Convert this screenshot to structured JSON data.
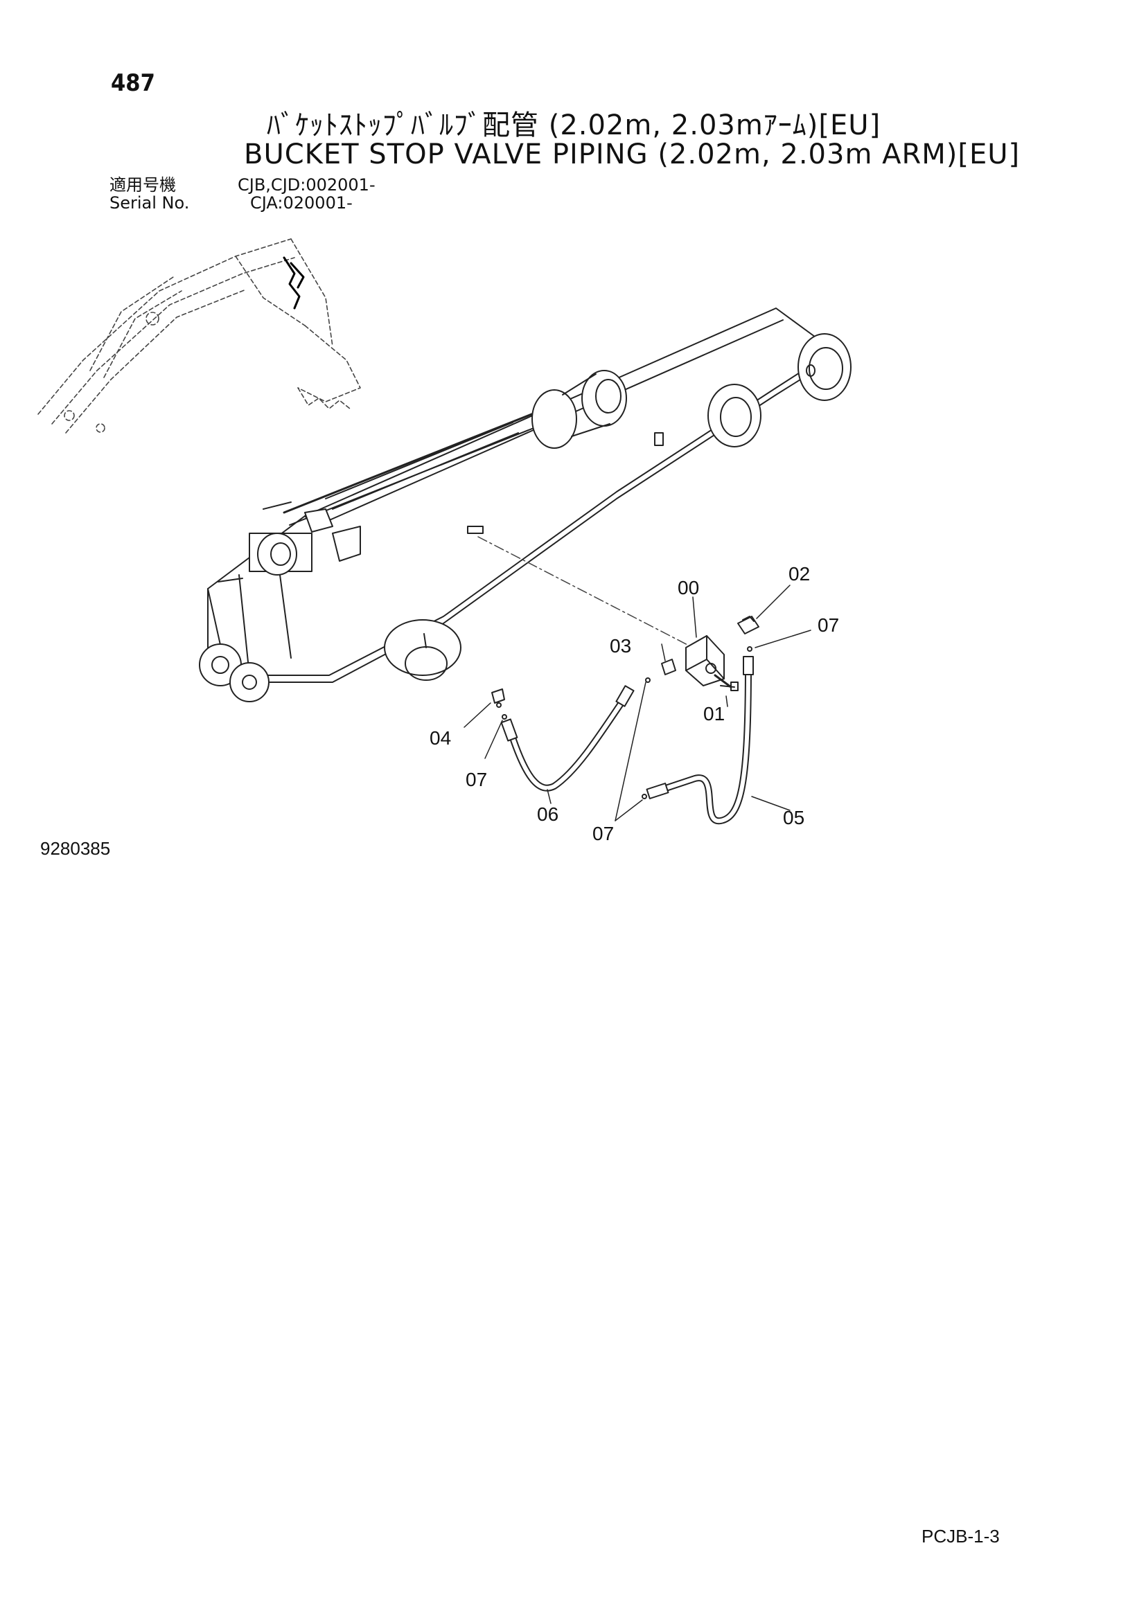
{
  "page_number": "487",
  "title_jp": "ﾊﾞｹｯﾄｽﾄｯﾌﾟﾊﾞﾙﾌﾞ配管 (2.02m, 2.03mｱｰﾑ)[EU]",
  "title_en": "BUCKET STOP VALVE PIPING (2.02m, 2.03m ARM)[EU]",
  "serial": {
    "label_jp": "適用号機",
    "label_en": "Serial No.",
    "value_1": "CJB,CJD:002001-",
    "value_2": "CJA:020001-"
  },
  "callouts": {
    "c00": "00",
    "c01": "01",
    "c02": "02",
    "c03": "03",
    "c04": "04",
    "c05": "05",
    "c06": "06",
    "c07a": "07",
    "c07b": "07",
    "c07c": "07"
  },
  "figure_number": "9280385",
  "page_reference": "PCJB-1-3"
}
